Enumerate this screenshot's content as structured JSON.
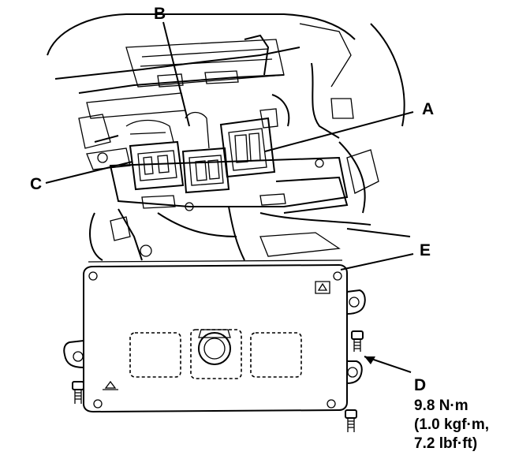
{
  "callouts": {
    "a": "A",
    "b": "B",
    "c": "C",
    "d": "D",
    "e": "E"
  },
  "torque_spec": {
    "line1": "9.8 N·m",
    "line2": "(1.0 kgf·m,",
    "line3": "7.2 lbf·ft)"
  },
  "colors": {
    "ink": "#000000",
    "paper": "#ffffff"
  }
}
